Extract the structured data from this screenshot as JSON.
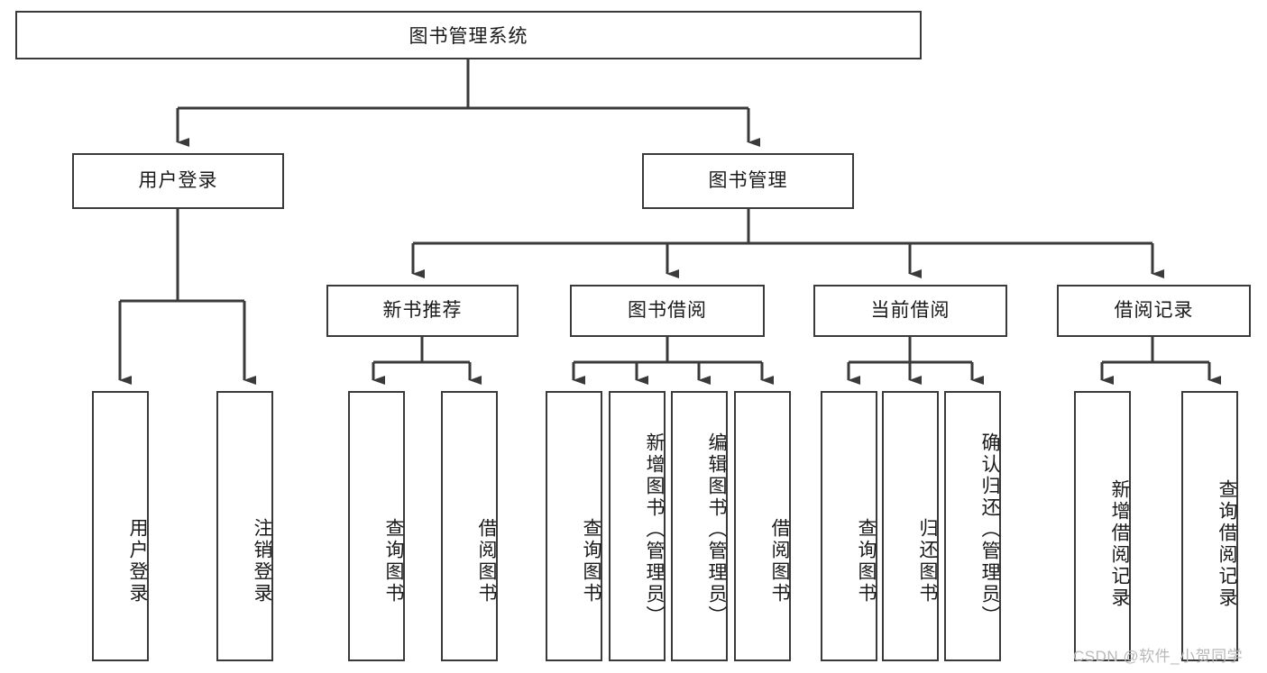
{
  "diagram": {
    "type": "tree-hierarchy",
    "title": "图书管理系统",
    "watermark": "CSDN @软件_小贺同学",
    "colors": {
      "stroke": "#3a3a3a",
      "fill": "#ffffff",
      "text": "#1a1a1a",
      "watermark": "#b9b9b9"
    },
    "nodes": {
      "root": {
        "label": "图书管理系统"
      },
      "level2": [
        {
          "id": "user-login",
          "label": "用户登录"
        },
        {
          "id": "book-manage",
          "label": "图书管理"
        }
      ],
      "level3": [
        {
          "id": "new-book-recommend",
          "label": "新书推荐"
        },
        {
          "id": "book-borrow",
          "label": "图书借阅"
        },
        {
          "id": "current-borrow",
          "label": "当前借阅"
        },
        {
          "id": "borrow-record",
          "label": "借阅记录"
        }
      ],
      "leaves": {
        "user-login": [
          {
            "id": "leaf-user-login",
            "label": "用户登录"
          },
          {
            "id": "leaf-logout-login",
            "label": "注销登录"
          }
        ],
        "new-book-recommend": [
          {
            "id": "leaf-query-book-1",
            "label": "查询图书"
          },
          {
            "id": "leaf-borrow-book-1",
            "label": "借阅图书"
          }
        ],
        "book-borrow": [
          {
            "id": "leaf-query-book-2",
            "label": "查询图书"
          },
          {
            "id": "leaf-add-book",
            "label": "新增图书（管理员）"
          },
          {
            "id": "leaf-edit-book",
            "label": "编辑图书（管理员）"
          },
          {
            "id": "leaf-borrow-book-2",
            "label": "借阅图书"
          }
        ],
        "current-borrow": [
          {
            "id": "leaf-query-book-3",
            "label": "查询图书"
          },
          {
            "id": "leaf-return-book",
            "label": "归还图书"
          },
          {
            "id": "leaf-confirm-return",
            "label": "确认归还（管理员）"
          }
        ],
        "borrow-record": [
          {
            "id": "leaf-add-record",
            "label": "新增借阅记录"
          },
          {
            "id": "leaf-query-record",
            "label": "查询借阅记录"
          }
        ]
      }
    }
  }
}
